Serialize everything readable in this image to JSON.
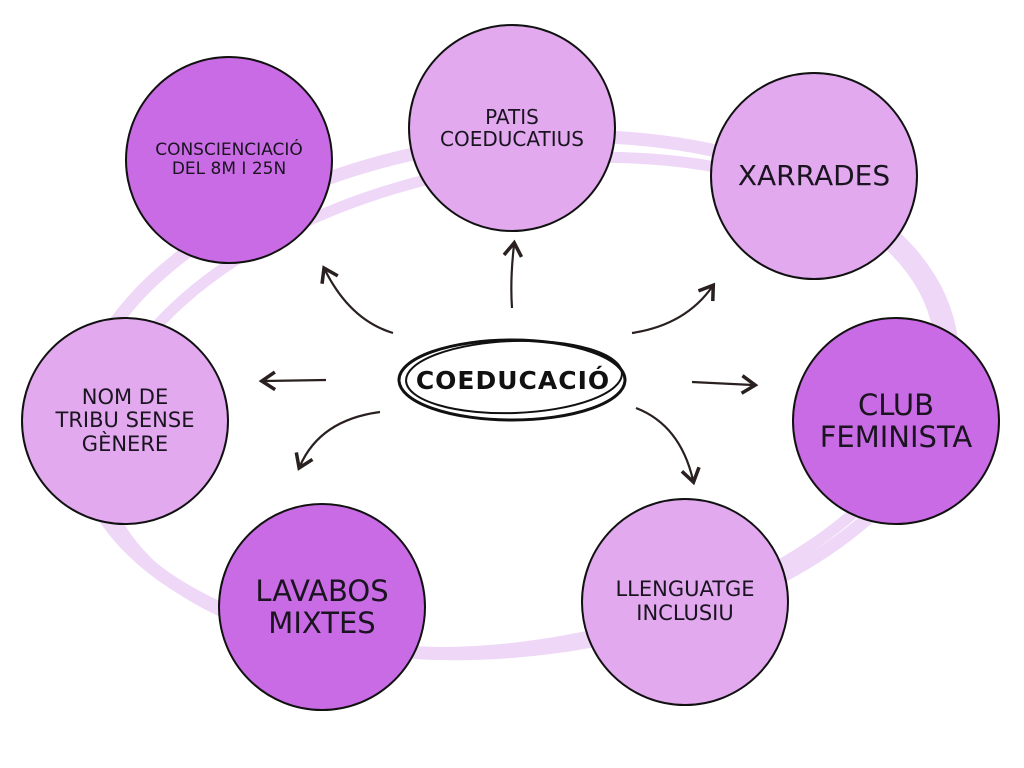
{
  "center": {
    "label": "COEDUCACIÓ"
  },
  "nodes": [
    {
      "id": "conscienciacio",
      "lines": [
        "CONSCIENCIACIÓ",
        "DEL 8M I 25N"
      ],
      "color": "#c96be4"
    },
    {
      "id": "patis",
      "lines": [
        "PATIS",
        "COEDUCATIUS"
      ],
      "color": "#e2a9ef"
    },
    {
      "id": "xarrades",
      "lines": [
        "XARRADES"
      ],
      "color": "#e2a9ef"
    },
    {
      "id": "club-feminista",
      "lines": [
        "CLUB",
        "FEMINISTA"
      ],
      "color": "#c96be4"
    },
    {
      "id": "llenguatge",
      "lines": [
        "LLENGUATGE",
        "INCLUSIU"
      ],
      "color": "#e2a9ef"
    },
    {
      "id": "lavabos",
      "lines": [
        "LAVABOS",
        "MIXTES"
      ],
      "color": "#c96be4"
    },
    {
      "id": "nom-tribu",
      "lines": [
        "NOM DE",
        "TRIBU SENSE",
        "GÈNERE"
      ],
      "color": "#e2a9ef"
    }
  ]
}
